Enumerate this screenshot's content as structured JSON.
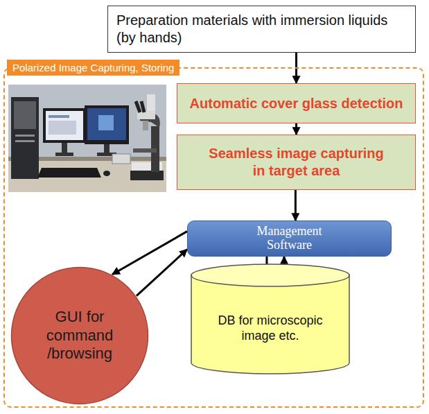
{
  "diagram": {
    "nodes": [
      {
        "text": [
          "Preparation materials with immersion liquids (by hands)"
        ]
      },
      {
        "text": [
          "Polarized Image Capturing, Storing"
        ]
      },
      {
        "text": [
          "Automatic cover glass detection"
        ],
        "in": 1
      },
      {
        "text": [
          "Seamless image capturing in target area"
        ],
        "in": 1
      },
      {
        "text": [
          "Management Software"
        ],
        "in": 1
      },
      {
        "text": [
          "DB for microscopic image etc."
        ],
        "in": 1
      },
      {
        "text": [
          "GUI for command /browsing"
        ],
        "in": 1
      }
    ],
    "edges": [
      {
        "from": 0,
        "to": 2,
        "arrow": "to"
      },
      {
        "from": 2,
        "to": 3,
        "arrow": "to"
      },
      {
        "from": 3,
        "to": 4,
        "arrow": "to"
      },
      {
        "from": 4,
        "to": 6,
        "arrow": "to"
      },
      {
        "from": 6,
        "to": 4,
        "arrow": "to"
      },
      {
        "from": 4,
        "to": 5,
        "arrow": "to"
      },
      {
        "from": 5,
        "to": 4,
        "arrow": "to"
      }
    ]
  }
}
